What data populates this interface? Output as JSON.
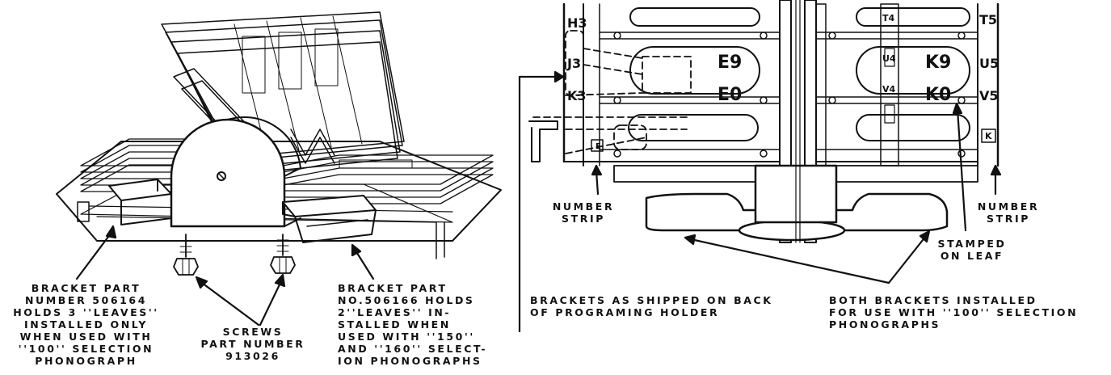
{
  "labels": {
    "bracket_506164": "BRACKET PART\nNUMBER 506164\nHOLDS 3 ''LEAVES''\nINSTALLED ONLY\nWHEN USED WITH\n''100'' SELECTION\nPHONOGRAPH",
    "screws": "SCREWS\nPART NUMBER\n913026",
    "bracket_506166": "BRACKET PART\nNO.506166 HOLDS\n2''LEAVES'' IN-\nSTALLED WHEN\nUSED WITH ''150''\nAND ''160'' SELECT-\nION PHONOGRAPHS",
    "number_strip_left": "NUMBER\nSTRIP",
    "number_strip_right": "NUMBER\nSTRIP",
    "stamped_on_leaf": "STAMPED\nON LEAF",
    "brackets_as_shipped": "BRACKETS AS SHIPPED ON BACK\nOF PROGRAMING HOLDER",
    "both_brackets": "BOTH BRACKETS INSTALLED\nFOR USE WITH ''100'' SELECTION\nPHONOGRAPHS"
  },
  "strip_codes": {
    "left_strip": [
      "H3",
      "J3",
      "K3",
      "E"
    ],
    "leaf_left": [
      "E9",
      "E0"
    ],
    "middle_strip": [
      "T4",
      "U4",
      "V4"
    ],
    "leaf_right": [
      "K9",
      "K0"
    ],
    "right_strip": [
      "T5",
      "U5",
      "V5",
      "K"
    ]
  }
}
